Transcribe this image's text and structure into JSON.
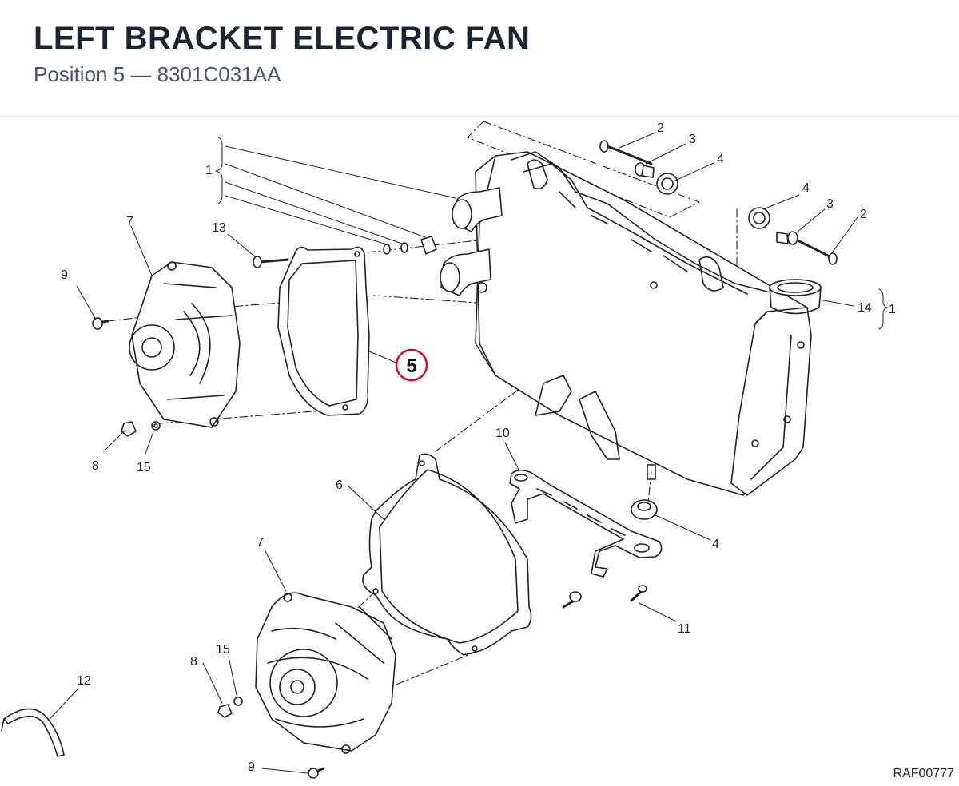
{
  "header": {
    "title": "LEFT BRACKET ELECTRIC FAN",
    "subtitle": "Position 5 — 8301C031AA"
  },
  "highlight": {
    "number": "5",
    "color": "#c8102e"
  },
  "callouts": {
    "c1a": "1",
    "c1b": "1",
    "c2a": "2",
    "c2b": "2",
    "c3a": "3",
    "c3b": "3",
    "c4a": "4",
    "c4b": "4",
    "c4c": "4",
    "c6": "6",
    "c7a": "7",
    "c7b": "7",
    "c8a": "8",
    "c8b": "8",
    "c9a": "9",
    "c9b": "9",
    "c10": "10",
    "c11": "11",
    "c12": "12",
    "c13": "13",
    "c14": "14",
    "c15a": "15",
    "c15b": "15"
  },
  "reference_code": "RAF00777"
}
